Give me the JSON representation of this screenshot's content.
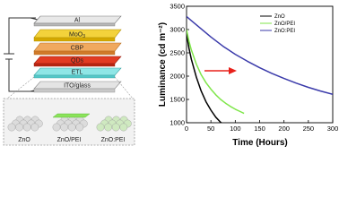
{
  "device": {
    "layers": [
      "Al",
      "MoO3",
      "CBP",
      "QDs",
      "ETL",
      "ITO/glass"
    ],
    "etl_variants": [
      "ZnO",
      "ZnO/PEI",
      "ZnO:PEI"
    ]
  },
  "chart_data": {
    "type": "line",
    "xlabel": "Time (Hours)",
    "ylabel": "Luminance (cd m⁻²)",
    "xlim": [
      0,
      300
    ],
    "ylim": [
      1000,
      3500
    ],
    "xticks": [
      "0",
      "50",
      "100",
      "150",
      "200",
      "250",
      "300"
    ],
    "yticks": [
      "1000",
      "1500",
      "2000",
      "2500",
      "3000",
      "3500"
    ],
    "legend_position": "top-right",
    "grid": false,
    "annotation": "red-arrow",
    "series": [
      {
        "name": "ZnO",
        "color": "#000000",
        "x": [
          0,
          5,
          10,
          20,
          30,
          40,
          50,
          60,
          70,
          75
        ],
        "y": [
          2920,
          2600,
          2360,
          1980,
          1680,
          1450,
          1270,
          1120,
          1010,
          970
        ]
      },
      {
        "name": "ZnO/PEI",
        "color": "#7fe64a",
        "x": [
          0,
          5,
          10,
          20,
          30,
          40,
          50,
          60,
          70,
          80,
          90,
          100,
          110,
          118
        ],
        "y": [
          3000,
          2750,
          2560,
          2260,
          2030,
          1860,
          1720,
          1600,
          1500,
          1420,
          1350,
          1290,
          1240,
          1200
        ]
      },
      {
        "name": "ZnO:PEI",
        "color": "#3a3aaa",
        "x": [
          0,
          10,
          25,
          50,
          75,
          100,
          125,
          150,
          175,
          200,
          225,
          250,
          275,
          300
        ],
        "y": [
          3280,
          3190,
          3060,
          2840,
          2640,
          2470,
          2320,
          2180,
          2060,
          1950,
          1850,
          1760,
          1680,
          1610
        ]
      }
    ]
  }
}
